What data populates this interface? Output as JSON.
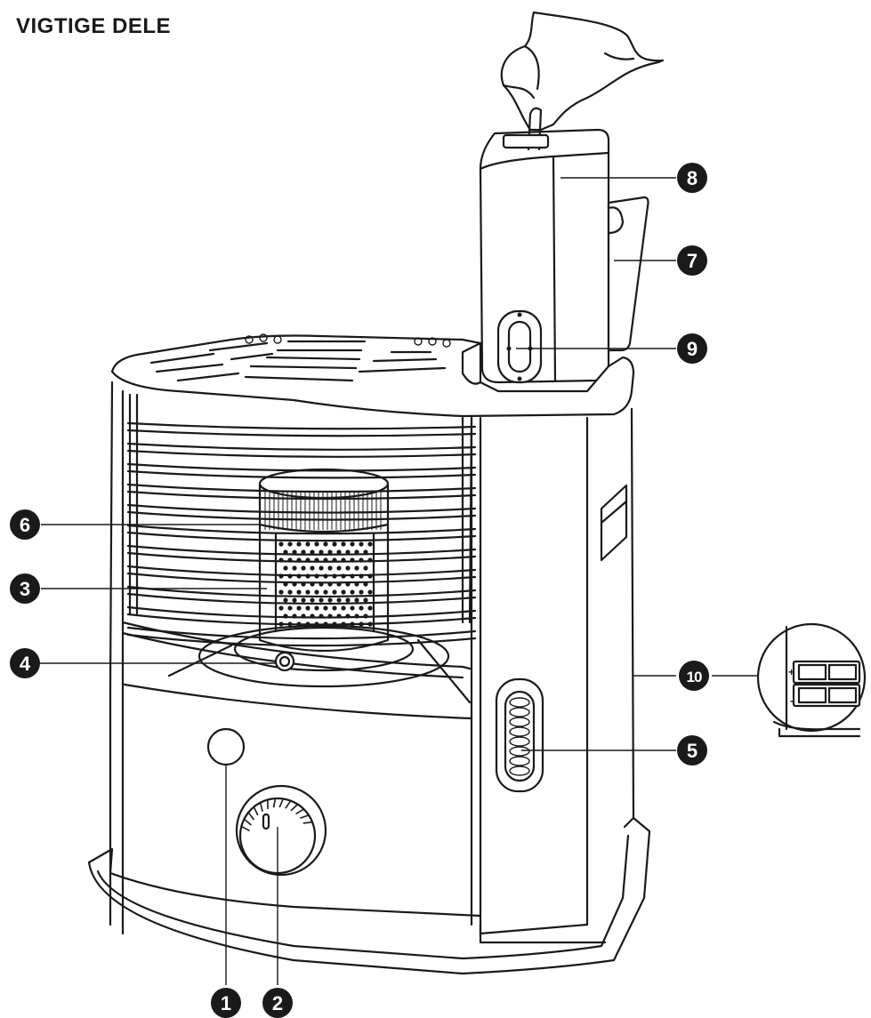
{
  "title": "VIGTIGE DELE",
  "callouts": [
    {
      "id": "1",
      "label": "1"
    },
    {
      "id": "2",
      "label": "2"
    },
    {
      "id": "3",
      "label": "3"
    },
    {
      "id": "4",
      "label": "4"
    },
    {
      "id": "5",
      "label": "5"
    },
    {
      "id": "6",
      "label": "6"
    },
    {
      "id": "7",
      "label": "7"
    },
    {
      "id": "8",
      "label": "8"
    },
    {
      "id": "9",
      "label": "9"
    },
    {
      "id": "10",
      "label": "10"
    }
  ],
  "battery_inset": {
    "plus": "+",
    "minus": "-"
  }
}
